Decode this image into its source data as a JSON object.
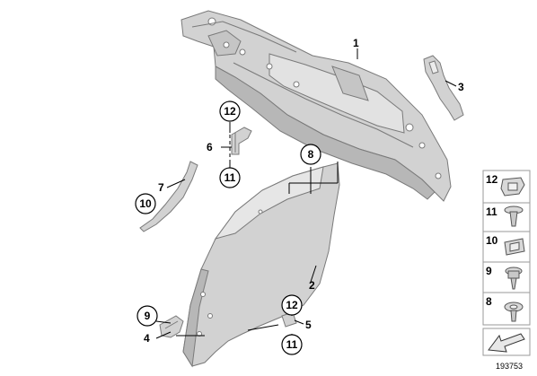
{
  "diagram": {
    "reference_number": "193753",
    "callouts": {
      "c1": "1",
      "c2": "2",
      "c3": "3",
      "c4": "4",
      "c5": "5",
      "c6": "6",
      "c7": "7",
      "c8": "8",
      "c9": "9",
      "c10": "10",
      "c11a": "11",
      "c11b": "11",
      "c12a": "12",
      "c12b": "12"
    },
    "legend": [
      {
        "number": "12",
        "icon": "clip-nut-icon"
      },
      {
        "number": "11",
        "icon": "screw-icon"
      },
      {
        "number": "10",
        "icon": "spring-nut-icon"
      },
      {
        "number": "9",
        "icon": "hex-screw-icon"
      },
      {
        "number": "8",
        "icon": "rivet-icon"
      }
    ]
  }
}
